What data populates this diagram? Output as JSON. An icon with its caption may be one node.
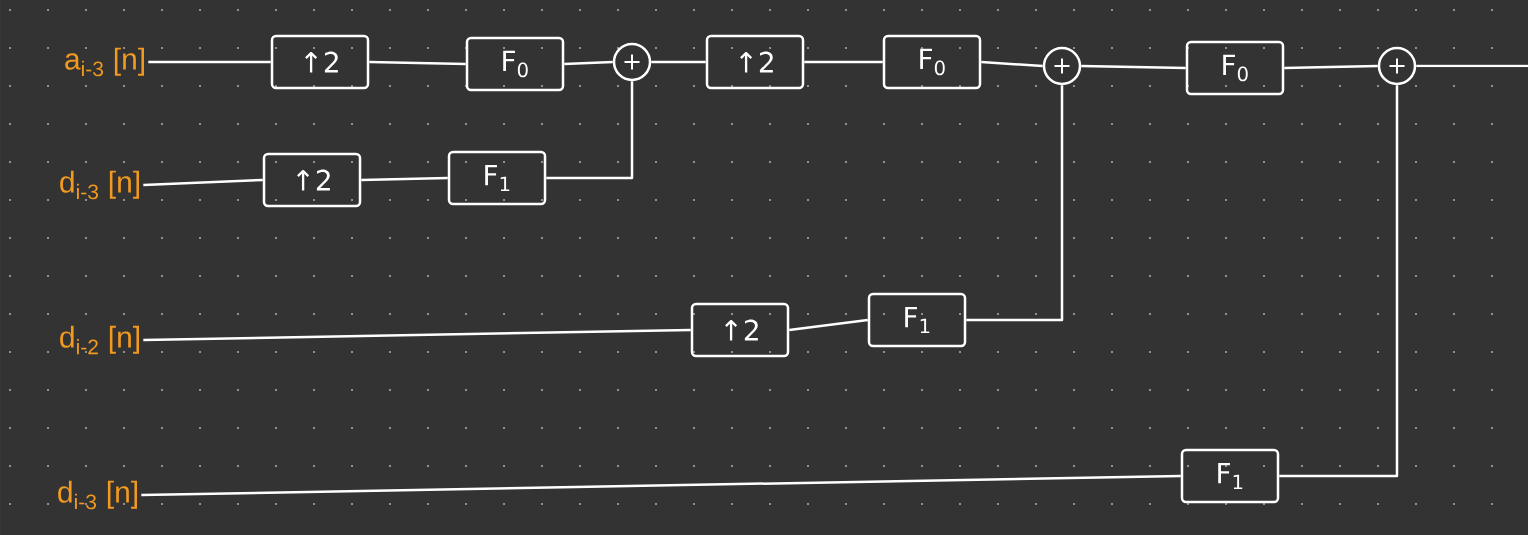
{
  "diagram": {
    "nodes": [
      {
        "text": [
          "a$_{i-3}$ [n]"
        ]
      },
      {
        "text": [
          "↑2"
        ]
      },
      {
        "text": [
          "F$_{0}$"
        ]
      },
      {
        "text": [
          "+"
        ]
      },
      {
        "text": [
          "↑2"
        ]
      },
      {
        "text": [
          "F$_{0}$"
        ]
      },
      {
        "text": [
          "+"
        ]
      },
      {
        "text": [
          "F$_{0}$"
        ]
      },
      {
        "text": [
          "+"
        ]
      },
      {
        "text": [
          "d$_{i-3}$ [n]"
        ]
      },
      {
        "text": [
          "↑2"
        ]
      },
      {
        "text": [
          "F$_{1}$"
        ]
      },
      {
        "text": [
          "d$_{i-2}$ [n]"
        ]
      },
      {
        "text": [
          "↑2"
        ]
      },
      {
        "text": [
          "F$_{1}$"
        ]
      },
      {
        "text": [
          "d$_{i-3}$ [n]"
        ]
      },
      {
        "text": [
          "F$_{1}$"
        ]
      }
    ],
    "edges": [
      {
        "from": 0,
        "to": 1,
        "arrow": "none"
      },
      {
        "from": 1,
        "to": 2,
        "arrow": "none"
      },
      {
        "from": 2,
        "to": 3,
        "arrow": "none"
      },
      {
        "from": 3,
        "to": 4,
        "arrow": "none"
      },
      {
        "from": 4,
        "to": 5,
        "arrow": "none"
      },
      {
        "from": 5,
        "to": 6,
        "arrow": "none"
      },
      {
        "from": 6,
        "to": 7,
        "arrow": "none"
      },
      {
        "from": 7,
        "to": 8,
        "arrow": "none"
      },
      {
        "from": 8,
        "to": null,
        "arrow": "none"
      },
      {
        "from": 9,
        "to": 10,
        "arrow": "none"
      },
      {
        "from": 10,
        "to": 11,
        "arrow": "none"
      },
      {
        "from": 11,
        "to": 3,
        "arrow": "none"
      },
      {
        "from": 12,
        "to": 13,
        "arrow": "none"
      },
      {
        "from": 13,
        "to": 14,
        "arrow": "none"
      },
      {
        "from": 14,
        "to": 6,
        "arrow": "none"
      },
      {
        "from": 15,
        "to": 16,
        "arrow": "none"
      },
      {
        "from": 16,
        "to": 8,
        "arrow": "none"
      }
    ]
  }
}
